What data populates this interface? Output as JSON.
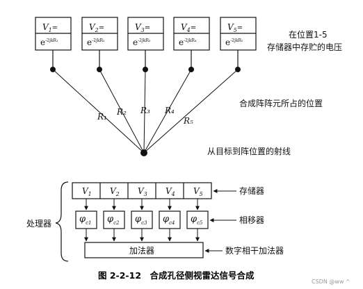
{
  "top_boxes": [
    {
      "v": "V",
      "sub": "1",
      "suffix": "=",
      "exp": "e",
      "exp_sup": "-2jkR₁"
    },
    {
      "v": "V",
      "sub": "2",
      "suffix": "=",
      "exp": "e",
      "exp_sup": "-2jkR₂"
    },
    {
      "v": "V",
      "sub": "3",
      "suffix": "=",
      "exp": "e",
      "exp_sup": "-2jkR₃"
    },
    {
      "v": "V",
      "sub": "4",
      "suffix": "=",
      "exp": "e",
      "exp_sup": "-2jkR₄"
    },
    {
      "v": "V",
      "sub": "5",
      "suffix": "=",
      "exp": "e",
      "exp_sup": "-2jkR₅"
    }
  ],
  "ray_labels": [
    "R₁",
    "R₂",
    "R₃",
    "R₄",
    "R₅"
  ],
  "annotations": {
    "stored_voltage_line1": "在位置1-5",
    "stored_voltage_line2": "存储器中存贮的电压",
    "array_positions": "合成阵阵元所占的位置",
    "target_ray": "从目标到阵位置的射线"
  },
  "processor": {
    "label": "处理器",
    "memory_cells": [
      {
        "v": "V",
        "sub": "1"
      },
      {
        "v": "V",
        "sub": "2"
      },
      {
        "v": "V",
        "sub": "3"
      },
      {
        "v": "V",
        "sub": "4"
      },
      {
        "v": "V",
        "sub": "5"
      }
    ],
    "memory_label": "存储器",
    "phasers": [
      {
        "phi": "φ",
        "sub": "c1"
      },
      {
        "phi": "φ",
        "sub": "c2"
      },
      {
        "phi": "φ",
        "sub": "c3"
      },
      {
        "phi": "φ",
        "sub": "c4"
      },
      {
        "phi": "φ",
        "sub": "c5"
      }
    ],
    "phaser_label": "相移器",
    "adder": "加法器",
    "adder_label": "数字相干加法器"
  },
  "caption": "图 2-2-12　合成孔径侧视雷达信号合成",
  "watermark": "CSDN @ww ^"
}
